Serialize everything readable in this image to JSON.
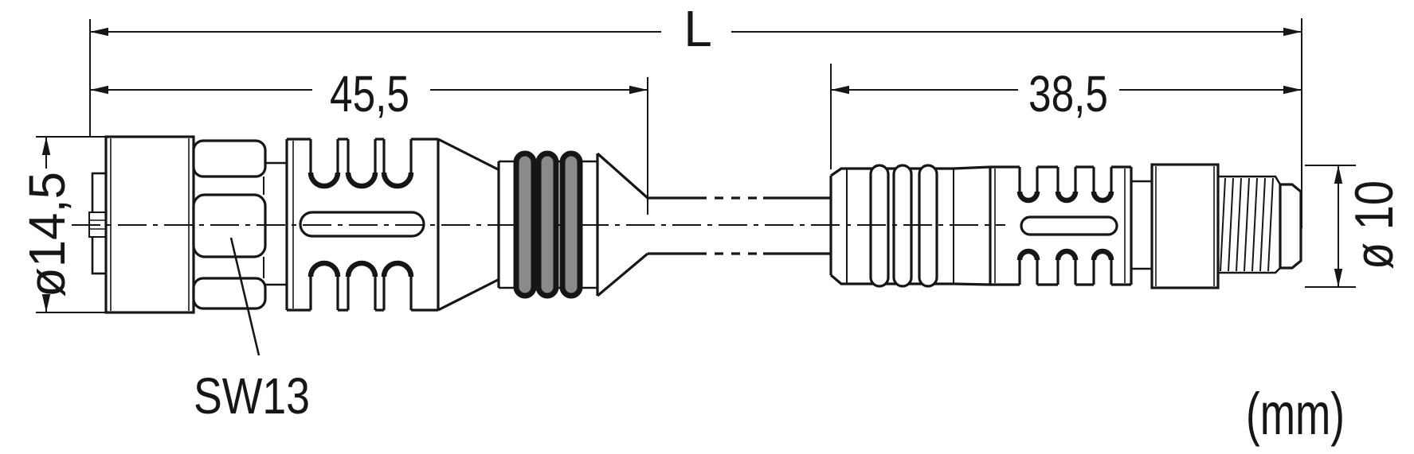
{
  "drawing": {
    "type": "technical-dimension-drawing",
    "subject": "sensor cable with M12 female connector and M8 male connector",
    "units_note": "(mm)"
  },
  "dimensions": {
    "overall_length_label": "L",
    "left_connector_length": "45,5",
    "right_connector_length": "38,5",
    "left_connector_diameter": "ø14,5",
    "right_connector_diameter": "ø 10",
    "hex_wrench_size": "SW13",
    "units_note": "(mm)"
  },
  "colors": {
    "line": "#161616",
    "background": "#ffffff",
    "bend_relief_ring_fill": "#8a8a8a"
  }
}
